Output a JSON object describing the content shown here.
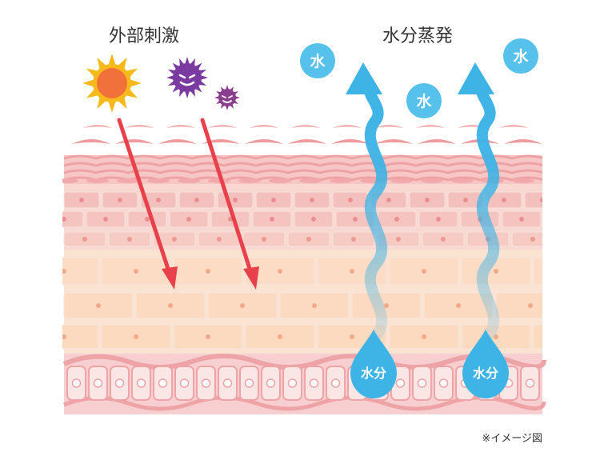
{
  "labels": {
    "external_stimulus": "外部刺激",
    "moisture_evaporation": "水分蒸発",
    "image_note": "※イメージ図"
  },
  "water_bubbles": [
    "水",
    "水",
    "水"
  ],
  "water_drops": [
    "水分",
    "水分"
  ],
  "icons": {
    "sun": "sun-icon",
    "germ_large": "germ-icon",
    "germ_small": "germ-icon"
  },
  "colors": {
    "arrow_red": "#e8414b",
    "water_blue": "#3db3e6",
    "bubble_blue": "#56c1ea",
    "skin_surface": "#f4b9bb",
    "skin_epidermis": "#f7d6cf",
    "skin_deep": "#f9dcc6",
    "skin_base": "#f3c4c6",
    "sun_orange": "#f0713a",
    "sun_yellow": "#f7b91a",
    "germ_purple": "#7a3aa0"
  }
}
